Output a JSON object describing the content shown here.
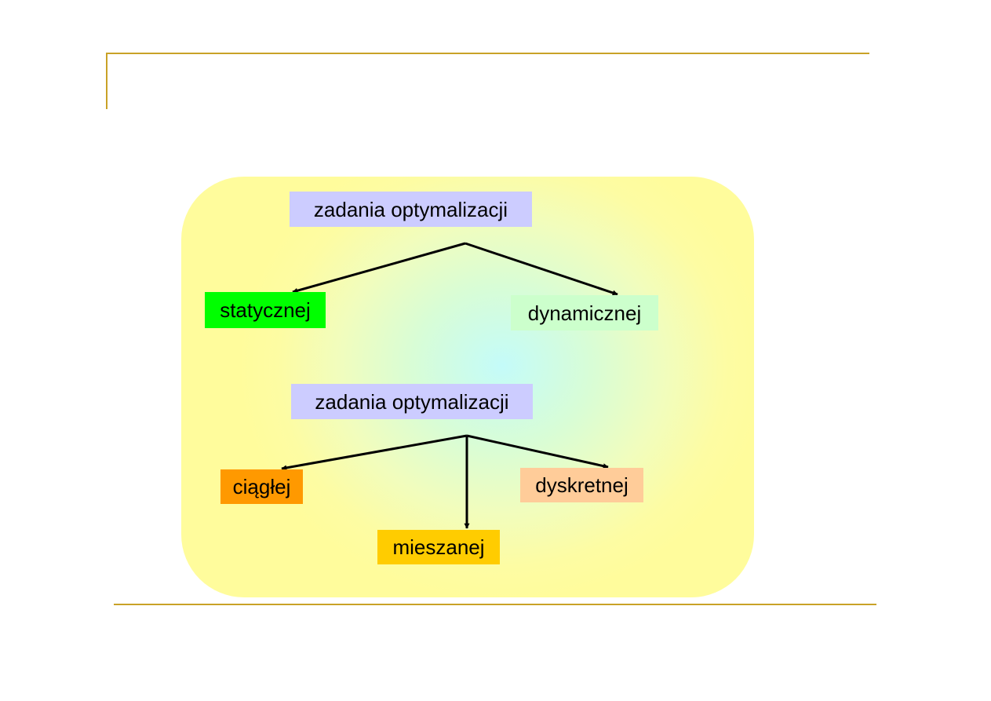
{
  "diagram": {
    "tree_1": {
      "root": {
        "label": "zadania optymalizacji",
        "color": "#ccccff"
      },
      "children": [
        {
          "label": "statycznej",
          "color": "#00ff00"
        },
        {
          "label": "dynamicznej",
          "color": "#ccffcc"
        }
      ]
    },
    "tree_2": {
      "root": {
        "label": "zadania optymalizacji",
        "color": "#ccccff"
      },
      "children": [
        {
          "label": "ciągłej",
          "color": "#ff9900"
        },
        {
          "label": "dyskretnej",
          "color": "#ffcc99"
        },
        {
          "label": "mieszanej",
          "color": "#ffcc00"
        }
      ]
    },
    "panel_color": "#ffff99",
    "rule_color": "#c9a227",
    "arrow_color": "#000000"
  }
}
